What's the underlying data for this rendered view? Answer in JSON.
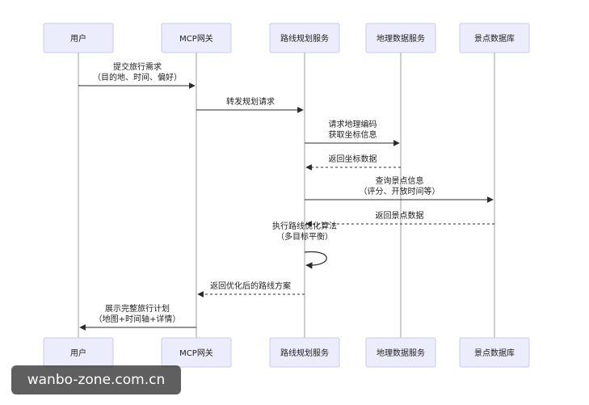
{
  "participants": [
    {
      "id": "user",
      "label": "用户"
    },
    {
      "id": "gateway",
      "label": "MCP网关"
    },
    {
      "id": "route",
      "label": "路线规划服务"
    },
    {
      "id": "geo",
      "label": "地理数据服务"
    },
    {
      "id": "poi",
      "label": "景点数据库"
    }
  ],
  "messages": [
    {
      "from": "user",
      "to": "gateway",
      "style": "solid",
      "lines": [
        "提交旅行需求",
        "（目的地、时间、偏好）"
      ]
    },
    {
      "from": "gateway",
      "to": "route",
      "style": "solid",
      "lines": [
        "转发规划请求"
      ]
    },
    {
      "from": "route",
      "to": "geo",
      "style": "solid",
      "lines": [
        "请求地理编码",
        "获取坐标信息"
      ]
    },
    {
      "from": "geo",
      "to": "route",
      "style": "dashed",
      "lines": [
        "返回坐标数据"
      ]
    },
    {
      "from": "route",
      "to": "poi",
      "style": "solid",
      "lines": [
        "查询景点信息",
        "（评分、开放时间等）"
      ]
    },
    {
      "from": "poi",
      "to": "route",
      "style": "dashed",
      "lines": [
        "返回景点数据"
      ]
    },
    {
      "from": "route",
      "to": "route",
      "style": "self",
      "lines": [
        "执行路线优化算法",
        "（多目标平衡）"
      ]
    },
    {
      "from": "route",
      "to": "gateway",
      "style": "dashed",
      "lines": [
        "返回优化后的路线方案"
      ]
    },
    {
      "from": "gateway",
      "to": "user",
      "style": "solid",
      "lines": [
        "展示完整旅行计划",
        "（地图+时间轴+详情）"
      ]
    }
  ],
  "colors": {
    "box_fill": "#ecedfc",
    "box_stroke": "#c9cbeb",
    "lifeline": "#9aa0a6",
    "arrow": "#2b2b2b"
  },
  "watermark": "wanbo-zone.com.cn"
}
